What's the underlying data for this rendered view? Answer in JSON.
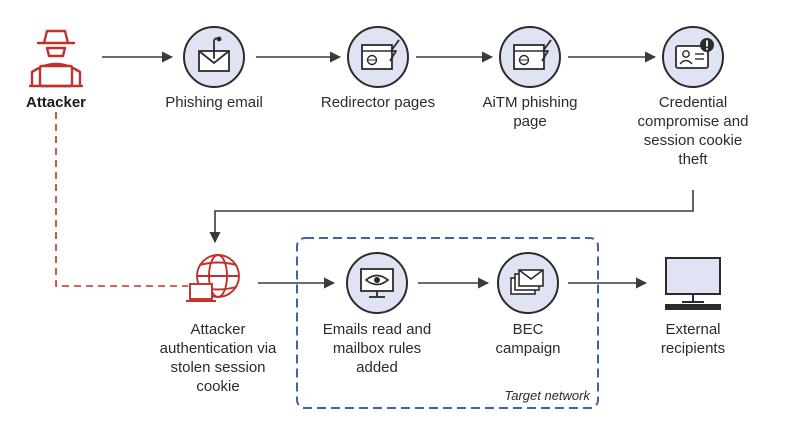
{
  "nodes": {
    "attacker": "Attacker",
    "phishing_email": "Phishing email",
    "redirector_pages": "Redirector pages",
    "aitm_page": "AiTM phishing\npage",
    "credential_compromise": "Credential\ncompromise and\nsession cookie\ntheft",
    "attacker_auth": "Attacker\nauthentication via\nstolen session\ncookie",
    "emails_read": "Emails read and\nmailbox rules\nadded",
    "bec_campaign": "BEC\ncampaign",
    "external_recipients": "External\nrecipients"
  },
  "target_network_label": "Target network",
  "colors": {
    "arrow": "#3a3a3a",
    "attacker_red": "#c0312b",
    "icon_fill": "#dfe3f3",
    "icon_stroke": "#2b2b2b",
    "target_border": "#3e63a8"
  }
}
